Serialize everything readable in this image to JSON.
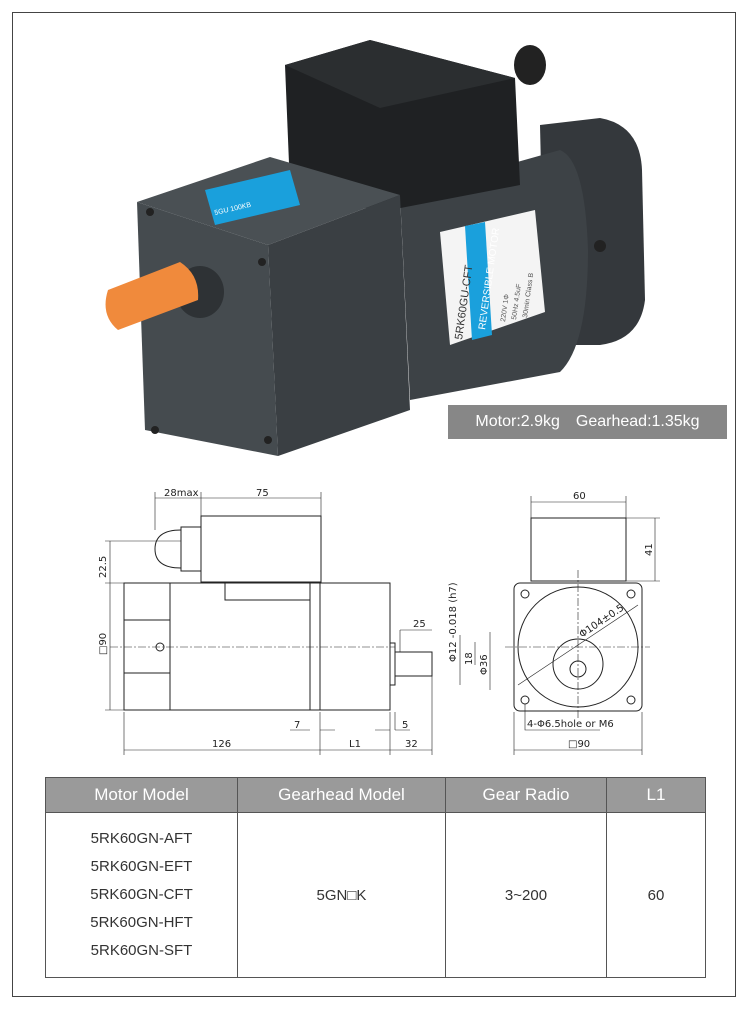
{
  "photo": {
    "motor_label_model": "5RK60GU-CFT",
    "motor_label_type": "REVERSIBLE MOTOR",
    "motor_label_specs": [
      "220V 1Φ",
      "50Hz 4.5uF",
      "30min Class B"
    ],
    "gearhead_label": "5GU 100KB",
    "colors": {
      "body": "#3b4044",
      "shaft_cap": "#f08a3c",
      "label_blue": "#1aa0dc"
    }
  },
  "weight_badge": {
    "motor": "Motor:2.9kg",
    "gearhead": "Gearhead:1.35kg"
  },
  "drawing": {
    "side_view": {
      "d_28max": "28max",
      "d_75": "75",
      "d_22_5": "22.5",
      "d_90": "□90",
      "d_25": "25",
      "d_shaft": "Φ12 -0.018 (h7)",
      "d_18": "18",
      "d_36": "Φ36",
      "d_7": "7",
      "d_5": "5",
      "d_126": "126",
      "d_L1": "L1",
      "d_32": "32"
    },
    "front_view": {
      "d_60": "60",
      "d_41": "41",
      "d_104": "Φ104±0.5",
      "holes": "4-Φ6.5hole or M6",
      "d_90": "□90"
    }
  },
  "table": {
    "headers": [
      "Motor Model",
      "Gearhead Model",
      "Gear Radio",
      "L1"
    ],
    "motor_models": [
      "5RK60GN-AFT",
      "5RK60GN-EFT",
      "5RK60GN-CFT",
      "5RK60GN-HFT",
      "5RK60GN-SFT"
    ],
    "gearhead_model": "5GN□K",
    "gear_ratio": "3~200",
    "l1": "60"
  }
}
